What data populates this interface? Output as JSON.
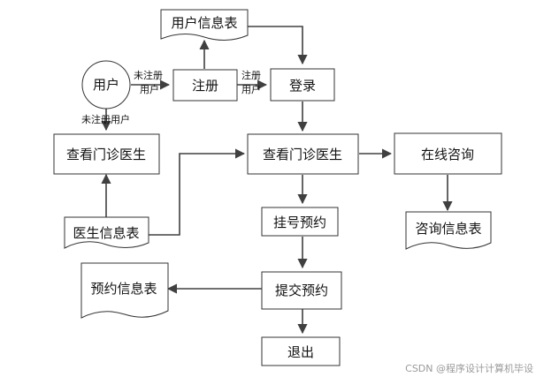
{
  "nodes": {
    "user": "用户",
    "user_info_table": "用户信息表",
    "register": "注册",
    "login": "登录",
    "view_clinic_doctor_left": "查看门诊医生",
    "view_clinic_doctor_center": "查看门诊医生",
    "online_consult": "在线咨询",
    "doctor_info_table": "医生信息表",
    "register_appointment": "挂号预约",
    "consult_info_table": "咨询信息表",
    "appointment_info_table": "预约信息表",
    "submit_appointment": "提交预约",
    "exit": "退出"
  },
  "edges": {
    "user_to_register_line1": "未注册",
    "user_to_register_line2": "用户",
    "register_to_login_line1": "注册",
    "register_to_login_line2": "用户",
    "user_to_view_doctor": "未注册用户"
  },
  "watermark": "CSDN @程序设计计算机毕设"
}
